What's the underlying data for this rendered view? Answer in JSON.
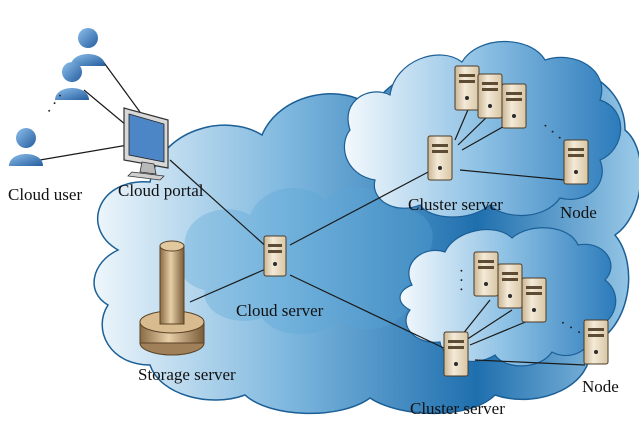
{
  "diagram": {
    "labels": {
      "cloud_user": "Cloud user",
      "cloud_portal": "Cloud portal",
      "cloud_server": "Cloud server",
      "storage_server": "Storage server",
      "cluster_server_top": "Cluster server",
      "cluster_server_bottom": "Cluster server",
      "node_top": "Node",
      "node_bottom": "Node"
    },
    "ellipsis": "· · ·",
    "colors": {
      "cloud_outer_dark": "#1f6fae",
      "cloud_outer_light": "#e8f3fa",
      "cloud_inner": "#5aa6d6",
      "server_body": "#e9dcc6",
      "server_dark": "#6b5a43",
      "user_blue": "#2f6fb8",
      "line": "#1a1a1a"
    }
  }
}
